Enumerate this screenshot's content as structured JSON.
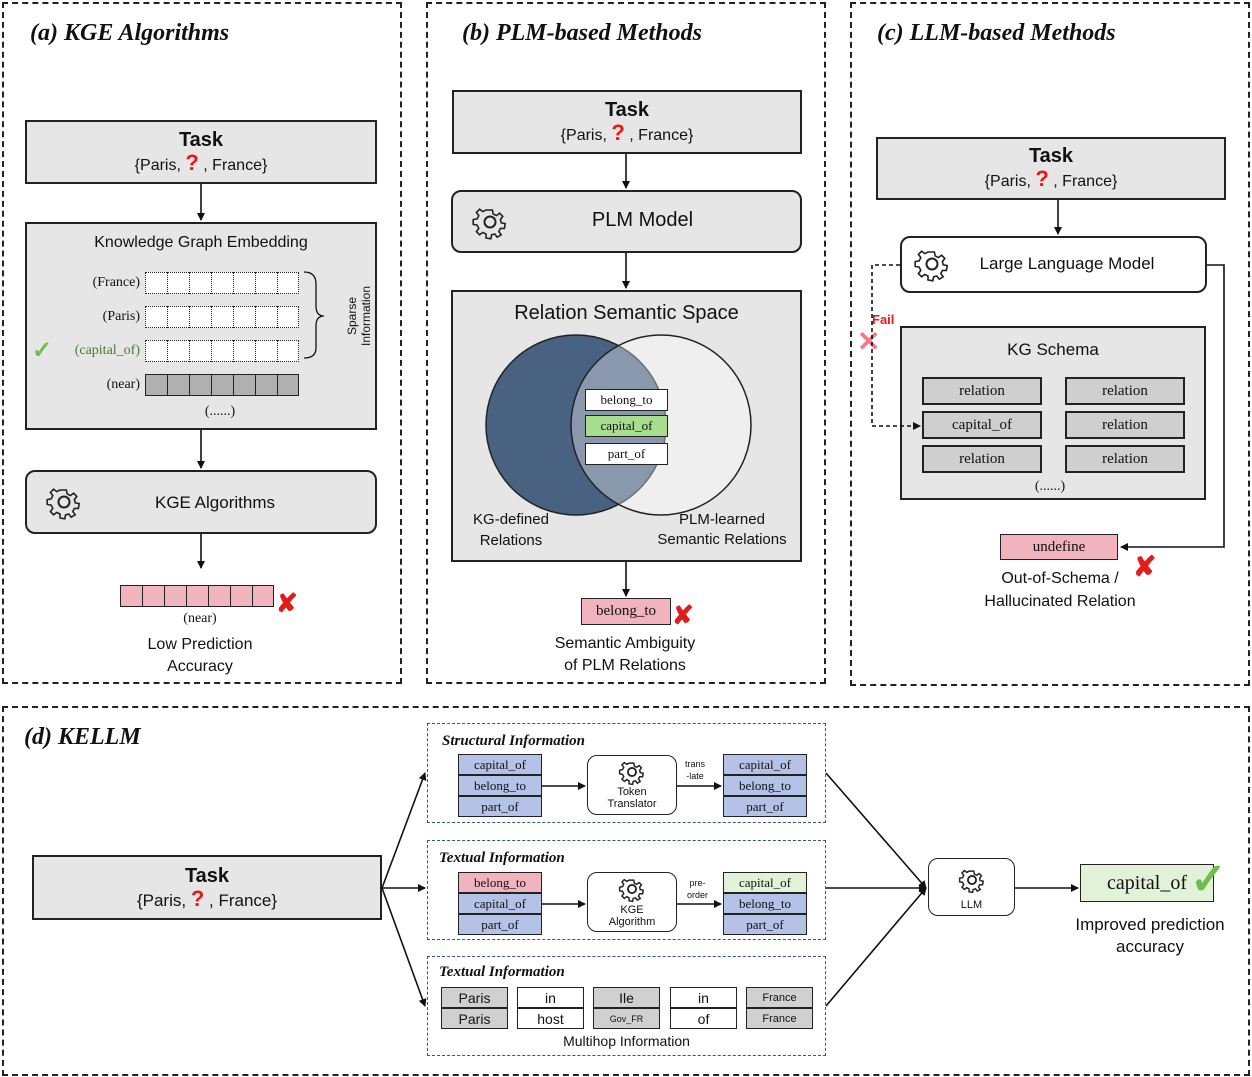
{
  "panel_a": {
    "title": "(a) KGE Algorithms",
    "task": {
      "title": "Task",
      "left": "{Paris,",
      "q": "?",
      "right": ", France}"
    },
    "kge_box_title": "Knowledge Graph Embedding",
    "rows": [
      "(France)",
      "(Paris)",
      "(capital_of)",
      "(near)"
    ],
    "ellipsis": "(......)",
    "sparse_label": "Sparse\nInformation",
    "algo_label": "KGE Algorithms",
    "result_label": "(near)",
    "outcome": [
      "Low Prediction",
      "Accuracy"
    ]
  },
  "panel_b": {
    "title": "(b) PLM-based Methods",
    "task": {
      "title": "Task",
      "left": "{Paris,",
      "q": "?",
      "right": ", France}"
    },
    "model_label": "PLM Model",
    "space_title": "Relation Semantic Space",
    "relations": [
      "belong_to",
      "capital_of",
      "part_of"
    ],
    "left_circle": [
      "KG-defined",
      "Relations"
    ],
    "right_circle": [
      "PLM-learned",
      "Semantic Relations"
    ],
    "result": "belong_to",
    "outcome": [
      "Semantic Ambiguity",
      "of PLM Relations"
    ]
  },
  "panel_c": {
    "title": "(c) LLM-based Methods",
    "task": {
      "title": "Task",
      "left": "{Paris,",
      "q": "?",
      "right": ", France}"
    },
    "model_label": "Large Language Model",
    "fail_label": "Fail",
    "schema_title": "KG Schema",
    "schema_cells": [
      "relation",
      "relation",
      "capital_of",
      "relation",
      "relation",
      "relation"
    ],
    "ellipsis": "(......)",
    "result": "undefine",
    "outcome": [
      "Out-of-Schema /",
      "Hallucinated Relation"
    ]
  },
  "panel_d": {
    "title": "(d) KELLM",
    "task": {
      "title": "Task",
      "left": "{Paris,",
      "q": "?",
      "right": ", France}"
    },
    "structural": {
      "title": "Structural Information",
      "input": [
        "capital_of",
        "belong_to",
        "part_of"
      ],
      "module": [
        "Token",
        "Translator"
      ],
      "arrow": [
        "trans",
        "-late"
      ],
      "output": [
        "capital_of",
        "belong_to",
        "part_of"
      ]
    },
    "textual1": {
      "title": "Textual Information",
      "input": [
        "belong_to",
        "capital_of",
        "part_of"
      ],
      "module": [
        "KGE",
        "Algorithm"
      ],
      "arrow": [
        "pre-",
        "order"
      ],
      "output": [
        "capital_of",
        "belong_to",
        "part_of"
      ]
    },
    "textual2": {
      "title": "Textual Information",
      "pairs": [
        [
          "Paris",
          "Paris"
        ],
        [
          "in",
          "host"
        ],
        [
          "Ile",
          "Gov_FR"
        ],
        [
          "in",
          "of"
        ],
        [
          "France",
          "France"
        ]
      ],
      "caption": "Multihop Information"
    },
    "llm_label": "LLM",
    "result": "capital_of",
    "outcome": [
      "Improved prediction",
      "accuracy"
    ]
  },
  "colors": {
    "blue": "#b4c2e8",
    "pink": "#f1b3bd",
    "green": "#a8dc8e",
    "dark_circle": "#4a6282",
    "red": "#e21b1b",
    "check": "#6cc04a"
  }
}
